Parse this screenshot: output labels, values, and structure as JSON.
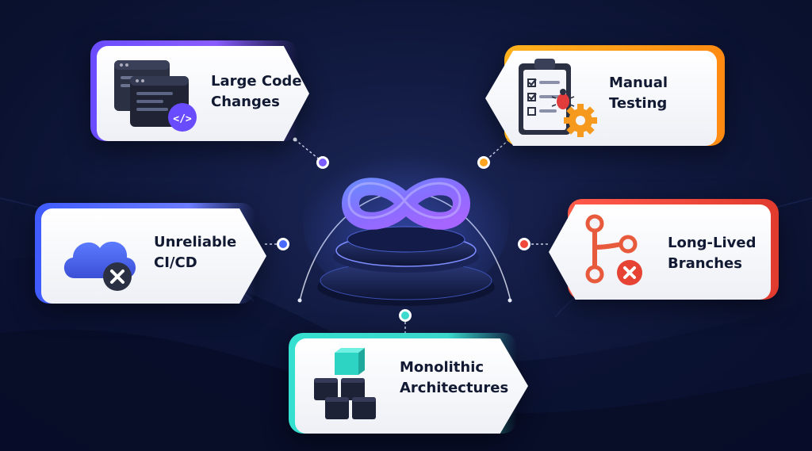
{
  "cards": {
    "large_code_changes": {
      "lines": [
        "Large Code",
        "Changes"
      ],
      "accent": "#6a4cff",
      "icon": "code-windows-icon"
    },
    "manual_testing": {
      "lines": [
        "Manual",
        "Testing"
      ],
      "accent": "#ff9a18",
      "icon": "clipboard-checklist-icon"
    },
    "unreliable_cicd": {
      "lines": [
        "Unreliable",
        "CI/CD"
      ],
      "accent": "#4a60ff",
      "icon": "cloud-error-icon"
    },
    "long_lived_branches": {
      "lines": [
        "Long-Lived",
        "Branches"
      ],
      "accent": "#ef4a3c",
      "icon": "git-branch-error-icon"
    },
    "monolithic_architectures": {
      "lines": [
        "Monolithic",
        "Architectures"
      ],
      "accent": "#36d8cb",
      "icon": "stacked-cubes-icon"
    }
  },
  "hub": {
    "icon": "devops-infinity-icon"
  },
  "colors": {
    "background": "#0d1537",
    "purple": "#7a5cff",
    "orange": "#ffa51f",
    "blue": "#4a6cff",
    "red": "#f0483a",
    "teal": "#3fdcd0"
  }
}
